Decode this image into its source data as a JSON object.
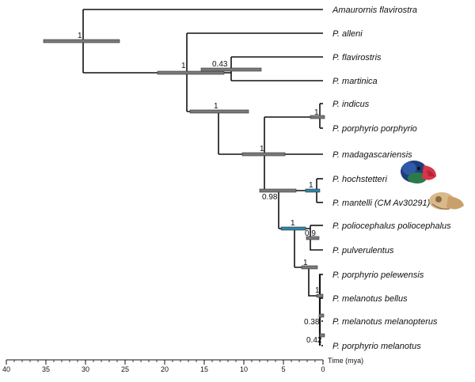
{
  "taxa": [
    "Amaurornis flavirostra",
    "P. alleni",
    "P. flavirostris",
    "P. martinica",
    "P. indicus",
    "P. porphyrio porphyrio",
    "P. madagascariensis",
    "P. hochstetteri",
    "P. mantelli (CM Av30291)",
    "P. poliocephalus poliocephalus",
    "P. pulverulentus",
    "P. porphyrio pelewensis",
    "P. melanotus bellus",
    "P. melanotus melanopterus",
    "P. porphyrio melanotus"
  ],
  "supports": [
    "1",
    "1",
    "0.43",
    "1",
    "1",
    "1",
    "0.98",
    "1",
    "1",
    "0.9",
    "1",
    "1",
    "0.38",
    "0.42"
  ],
  "axis": {
    "label": "Time (mya)",
    "ticks": [
      "40",
      "35",
      "30",
      "25",
      "20",
      "15",
      "10",
      "5",
      "0"
    ]
  },
  "colors": {
    "branch": "#111111",
    "hpd_bar": "#7a7a7a",
    "hpd_bar_highlight": "#2e86ab"
  },
  "images": {
    "bird_head": "takahe-head-illustration",
    "skull": "takahe-skull-illustration"
  }
}
